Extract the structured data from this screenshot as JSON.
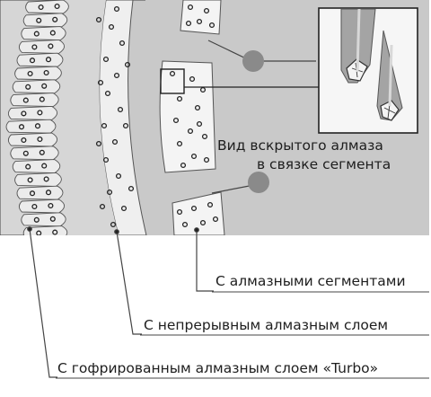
{
  "colors": {
    "background": "#ffffff",
    "disc_fill": "#d6d6d6",
    "panel_fill": "#c9c9c9",
    "band_fill": "#efefef",
    "segment_fill": "#f4f4f4",
    "dot": "#222222",
    "line": "#333333",
    "tooth_fill": "#ebebeb",
    "diamond_gray": "#9a9a9a"
  },
  "annotation": {
    "line1": "Вид вскрытого алмаза",
    "line2": "в связке сегмента"
  },
  "labels": {
    "segments": "С алмазными сегментами",
    "continuous": "С непрерывным алмазным слоем",
    "turbo": "С гофрированным алмазным слоем «Turbo»"
  }
}
